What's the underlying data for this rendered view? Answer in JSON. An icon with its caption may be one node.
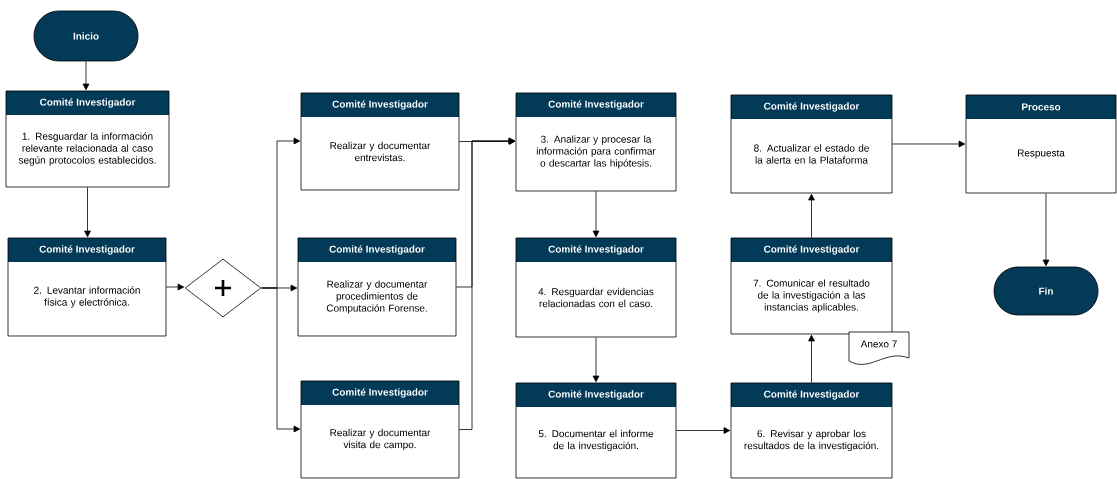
{
  "diagram": {
    "nodes": [
      {
        "text": [
          "Inicio"
        ]
      },
      {
        "text": [
          "Comité Investigador",
          "1. Resguardar la información relevante relacionada al caso según protocolos establecidos."
        ]
      },
      {
        "text": [
          "Comité Investigador",
          "2. Levantar información física y electrónica."
        ]
      },
      {
        "text": [],
        "shape": "diamond"
      },
      {
        "text": [
          "Comité Investigador",
          "Realizar y documentar entrevistas."
        ]
      },
      {
        "text": [
          "Comité Investigador",
          "Realizar y documentar procedimientos de Computación Forense."
        ]
      },
      {
        "text": [
          "Comité Investigador",
          "Realizar y documentar visita de campo."
        ]
      },
      {
        "text": [
          "Comité Investigador",
          "3.  Analizar y procesar la información para confirmar o descartar las hipótesis."
        ]
      },
      {
        "text": [
          "Comité Investigador",
          "4. Resguardar evidencias relacionadas con el caso."
        ]
      },
      {
        "text": [
          "Comité Investigador",
          "5. Documentar el informe de la investigación."
        ]
      },
      {
        "text": [
          "Comité Investigador",
          "6. Revisar y aprobar los resultados de la investigación."
        ]
      },
      {
        "text": [
          "Comité Investigador",
          "7. Comunicar el resultado de la investigación a las instancias aplicables."
        ]
      },
      {
        "text": [
          "Anexo 7"
        ]
      },
      {
        "text": [
          "Comité Investigador",
          "8. Actualizar el estado de la alerta en la Plataforma"
        ]
      },
      {
        "text": [
          "Proceso",
          "Respuesta"
        ]
      },
      {
        "text": [
          "Fin"
        ]
      }
    ],
    "edges": [
      {
        "from": 0,
        "to": 1,
        "arrow": "to"
      },
      {
        "from": 1,
        "to": 2,
        "arrow": "to"
      },
      {
        "from": 2,
        "to": 3,
        "arrow": "to"
      },
      {
        "from": 3,
        "to": 4,
        "arrow": "to"
      },
      {
        "from": 3,
        "to": 5,
        "arrow": "to"
      },
      {
        "from": 3,
        "to": 6,
        "arrow": "to"
      },
      {
        "from": 4,
        "to": 7,
        "arrow": "to"
      },
      {
        "from": 5,
        "to": 7,
        "arrow": "to"
      },
      {
        "from": 6,
        "to": 7,
        "arrow": "to"
      },
      {
        "from": 7,
        "to": 8,
        "arrow": "to"
      },
      {
        "from": 8,
        "to": 9,
        "arrow": "to"
      },
      {
        "from": 9,
        "to": 10,
        "arrow": "to"
      },
      {
        "from": 10,
        "to": 11,
        "arrow": "to"
      },
      {
        "from": 11,
        "to": 13,
        "arrow": "to"
      },
      {
        "from": 13,
        "to": 14,
        "arrow": "to"
      },
      {
        "from": 14,
        "to": 15,
        "arrow": "to"
      }
    ]
  }
}
